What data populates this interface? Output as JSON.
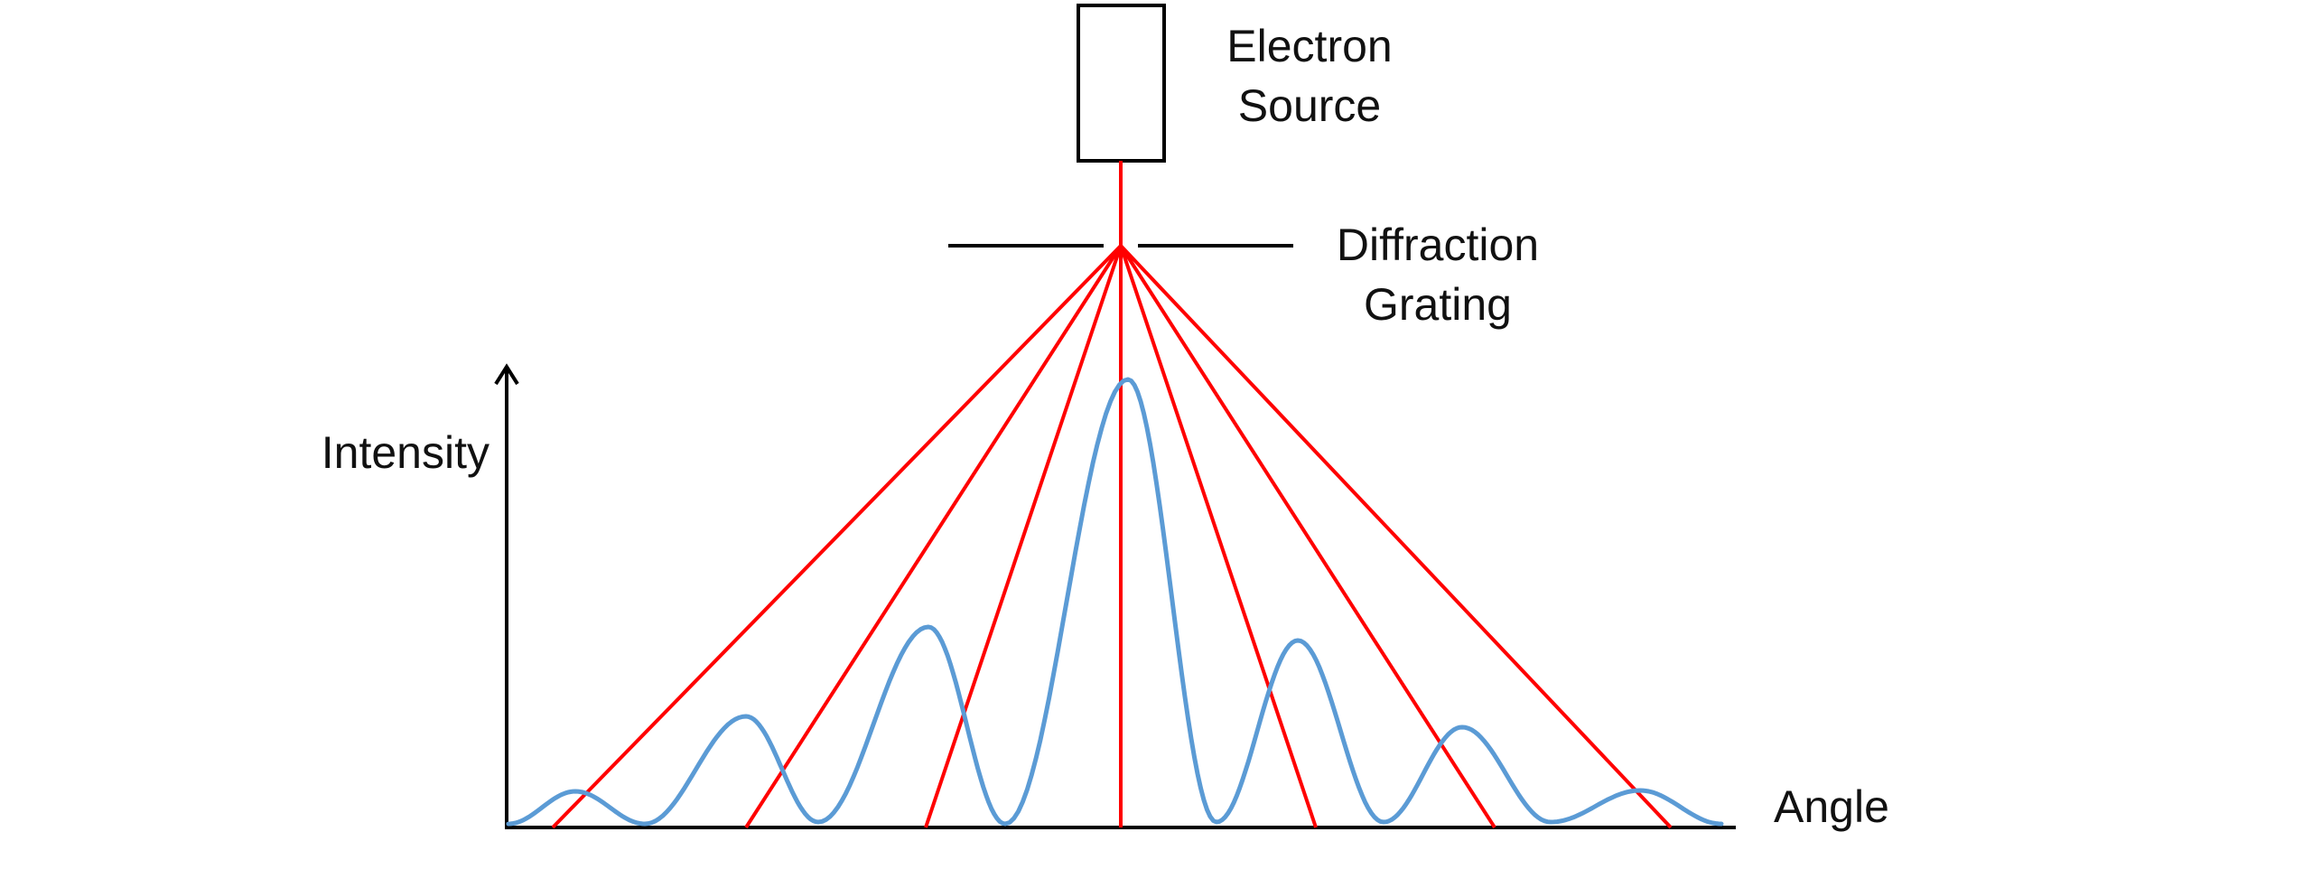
{
  "labels": {
    "source_line1": "Electron",
    "source_line2": "Source",
    "grating_line1": "Diffraction",
    "grating_line2": "Grating",
    "y_axis": "Intensity",
    "x_axis": "Angle"
  },
  "colors": {
    "rays": "#ff0000",
    "intensity_curve": "#5b9bd5",
    "structure": "#000000",
    "text": "#111111"
  }
}
